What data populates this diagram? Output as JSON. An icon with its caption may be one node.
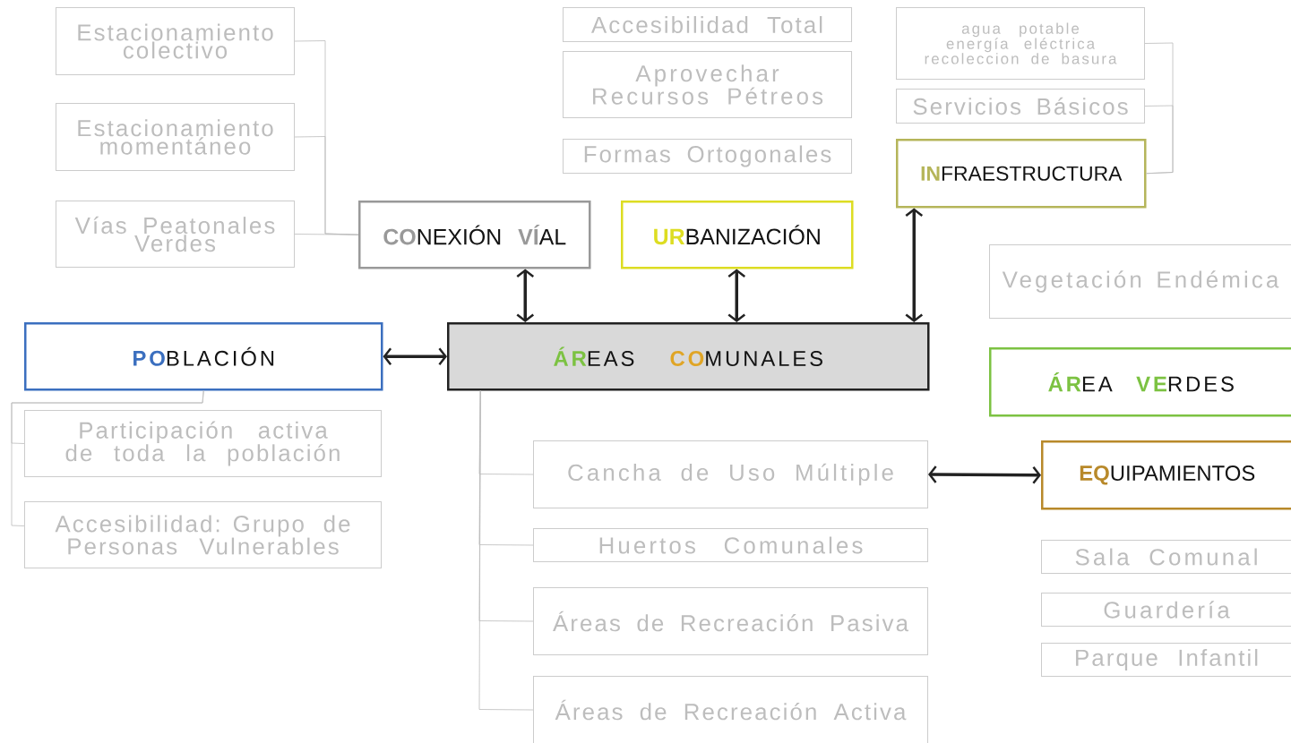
{
  "diagram": {
    "nodes": [
      {
        "text": [
          "Estacionamiento colectivo"
        ]
      },
      {
        "text": [
          "Estacionamiento momentáneo"
        ]
      },
      {
        "text": [
          "Vías Peatonales Verdes"
        ]
      },
      {
        "text": [
          "**CO**NEXIÓN **VÍ**AL"
        ]
      },
      {
        "text": [
          "Accesibilidad Total"
        ]
      },
      {
        "text": [
          "Aprovechar Recursos Pétreos"
        ]
      },
      {
        "text": [
          "Formas Ortogonales"
        ]
      },
      {
        "text": [
          "**UR**BANIZACIÓN"
        ]
      },
      {
        "text": [
          "agua potable energía eléctrica recoleccion de basura"
        ]
      },
      {
        "text": [
          "Servicios Básicos"
        ]
      },
      {
        "text": [
          "**IN**FRAESTRUCTURA"
        ]
      },
      {
        "text": [
          "**PO**BLACIÓN"
        ]
      },
      {
        "text": [
          "**ÁR**EAS **CO**MUNALES"
        ]
      },
      {
        "text": [
          "Vegetación Endémica"
        ]
      },
      {
        "text": [
          "**ÁR**EA **VE**RDES"
        ]
      },
      {
        "text": [
          "Participación activa de toda la población"
        ]
      },
      {
        "text": [
          "Accesibilidad: Grupo de Personas Vulnerables"
        ]
      },
      {
        "text": [
          "Cancha de Uso Múltiple"
        ]
      },
      {
        "text": [
          "**EQ**UIPAMIENTOS"
        ]
      },
      {
        "text": [
          "Huertos Comunales"
        ]
      },
      {
        "text": [
          "Áreas de Recreación Pasiva"
        ]
      },
      {
        "text": [
          "Áreas de Recreación Activa"
        ]
      },
      {
        "text": [
          "Sala Comunal"
        ]
      },
      {
        "text": [
          "Guardería"
        ]
      },
      {
        "text": [
          "Parque Infantil"
        ]
      }
    ],
    "edges": [
      {
        "from": 0,
        "to": 3,
        "arrow": "none"
      },
      {
        "from": 1,
        "to": 3,
        "arrow": "none"
      },
      {
        "from": 2,
        "to": 3,
        "arrow": "none"
      },
      {
        "from": 8,
        "to": 10,
        "arrow": "none"
      },
      {
        "from": 9,
        "to": 10,
        "arrow": "none"
      },
      {
        "from": 11,
        "to": 15,
        "arrow": "none"
      },
      {
        "from": 11,
        "to": 16,
        "arrow": "none"
      },
      {
        "from": 12,
        "to": 17,
        "arrow": "none"
      },
      {
        "from": 12,
        "to": 19,
        "arrow": "none"
      },
      {
        "from": 12,
        "to": 20,
        "arrow": "none"
      },
      {
        "from": 12,
        "to": 21,
        "arrow": "none"
      },
      {
        "from": 3,
        "to": 12,
        "arrow": "both",
        "style": "thick",
        "color": "#222222"
      },
      {
        "from": 7,
        "to": 12,
        "arrow": "both",
        "style": "thick",
        "color": "#222222"
      },
      {
        "from": 10,
        "to": 12,
        "arrow": "both",
        "style": "thick",
        "color": "#222222"
      },
      {
        "from": 11,
        "to": 12,
        "arrow": "both",
        "style": "thick",
        "color": "#222222"
      },
      {
        "from": 17,
        "to": 18,
        "arrow": "both",
        "style": "thick",
        "color": "#222222"
      }
    ]
  }
}
